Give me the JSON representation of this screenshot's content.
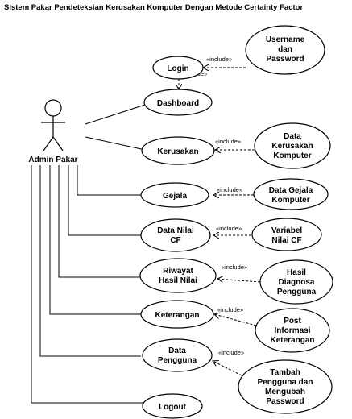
{
  "title": "Sistem Pakar Pendeteksian Kerusakan Komputer Dengan Metode Certainty Factor",
  "actor": {
    "name": "Admin Pakar"
  },
  "include_label": "«include»",
  "use_cases": {
    "login": "Login",
    "username_password": [
      "Username",
      "dan",
      "Password"
    ],
    "dashboard": "Dashboard",
    "kerusakan": "Kerusakan",
    "data_kerusakan_komputer": [
      "Data",
      "Kerusakan",
      "Komputer"
    ],
    "gejala": "Gejala",
    "data_gejala_komputer": [
      "Data Gejala",
      "Komputer"
    ],
    "data_nilai_cf": [
      "Data Nilai",
      "CF"
    ],
    "variabel_nilai_cf": [
      "Variabel",
      "Nilai CF"
    ],
    "riwayat_hasil_nilai": [
      "Riwayat",
      "Hasil Nilai"
    ],
    "hasil_diagnosa_pengguna": [
      "Hasil",
      "Diagnosa",
      "Pengguna"
    ],
    "keterangan": "Keterangan",
    "post_informasi_keterangan": [
      "Post",
      "Informasi",
      "Keterangan"
    ],
    "data_pengguna": [
      "Data",
      "Pengguna"
    ],
    "tambah_pengguna": [
      "Tambah",
      "Pengguna dan",
      "Mengubah",
      "Password"
    ],
    "logout": "Logout"
  }
}
